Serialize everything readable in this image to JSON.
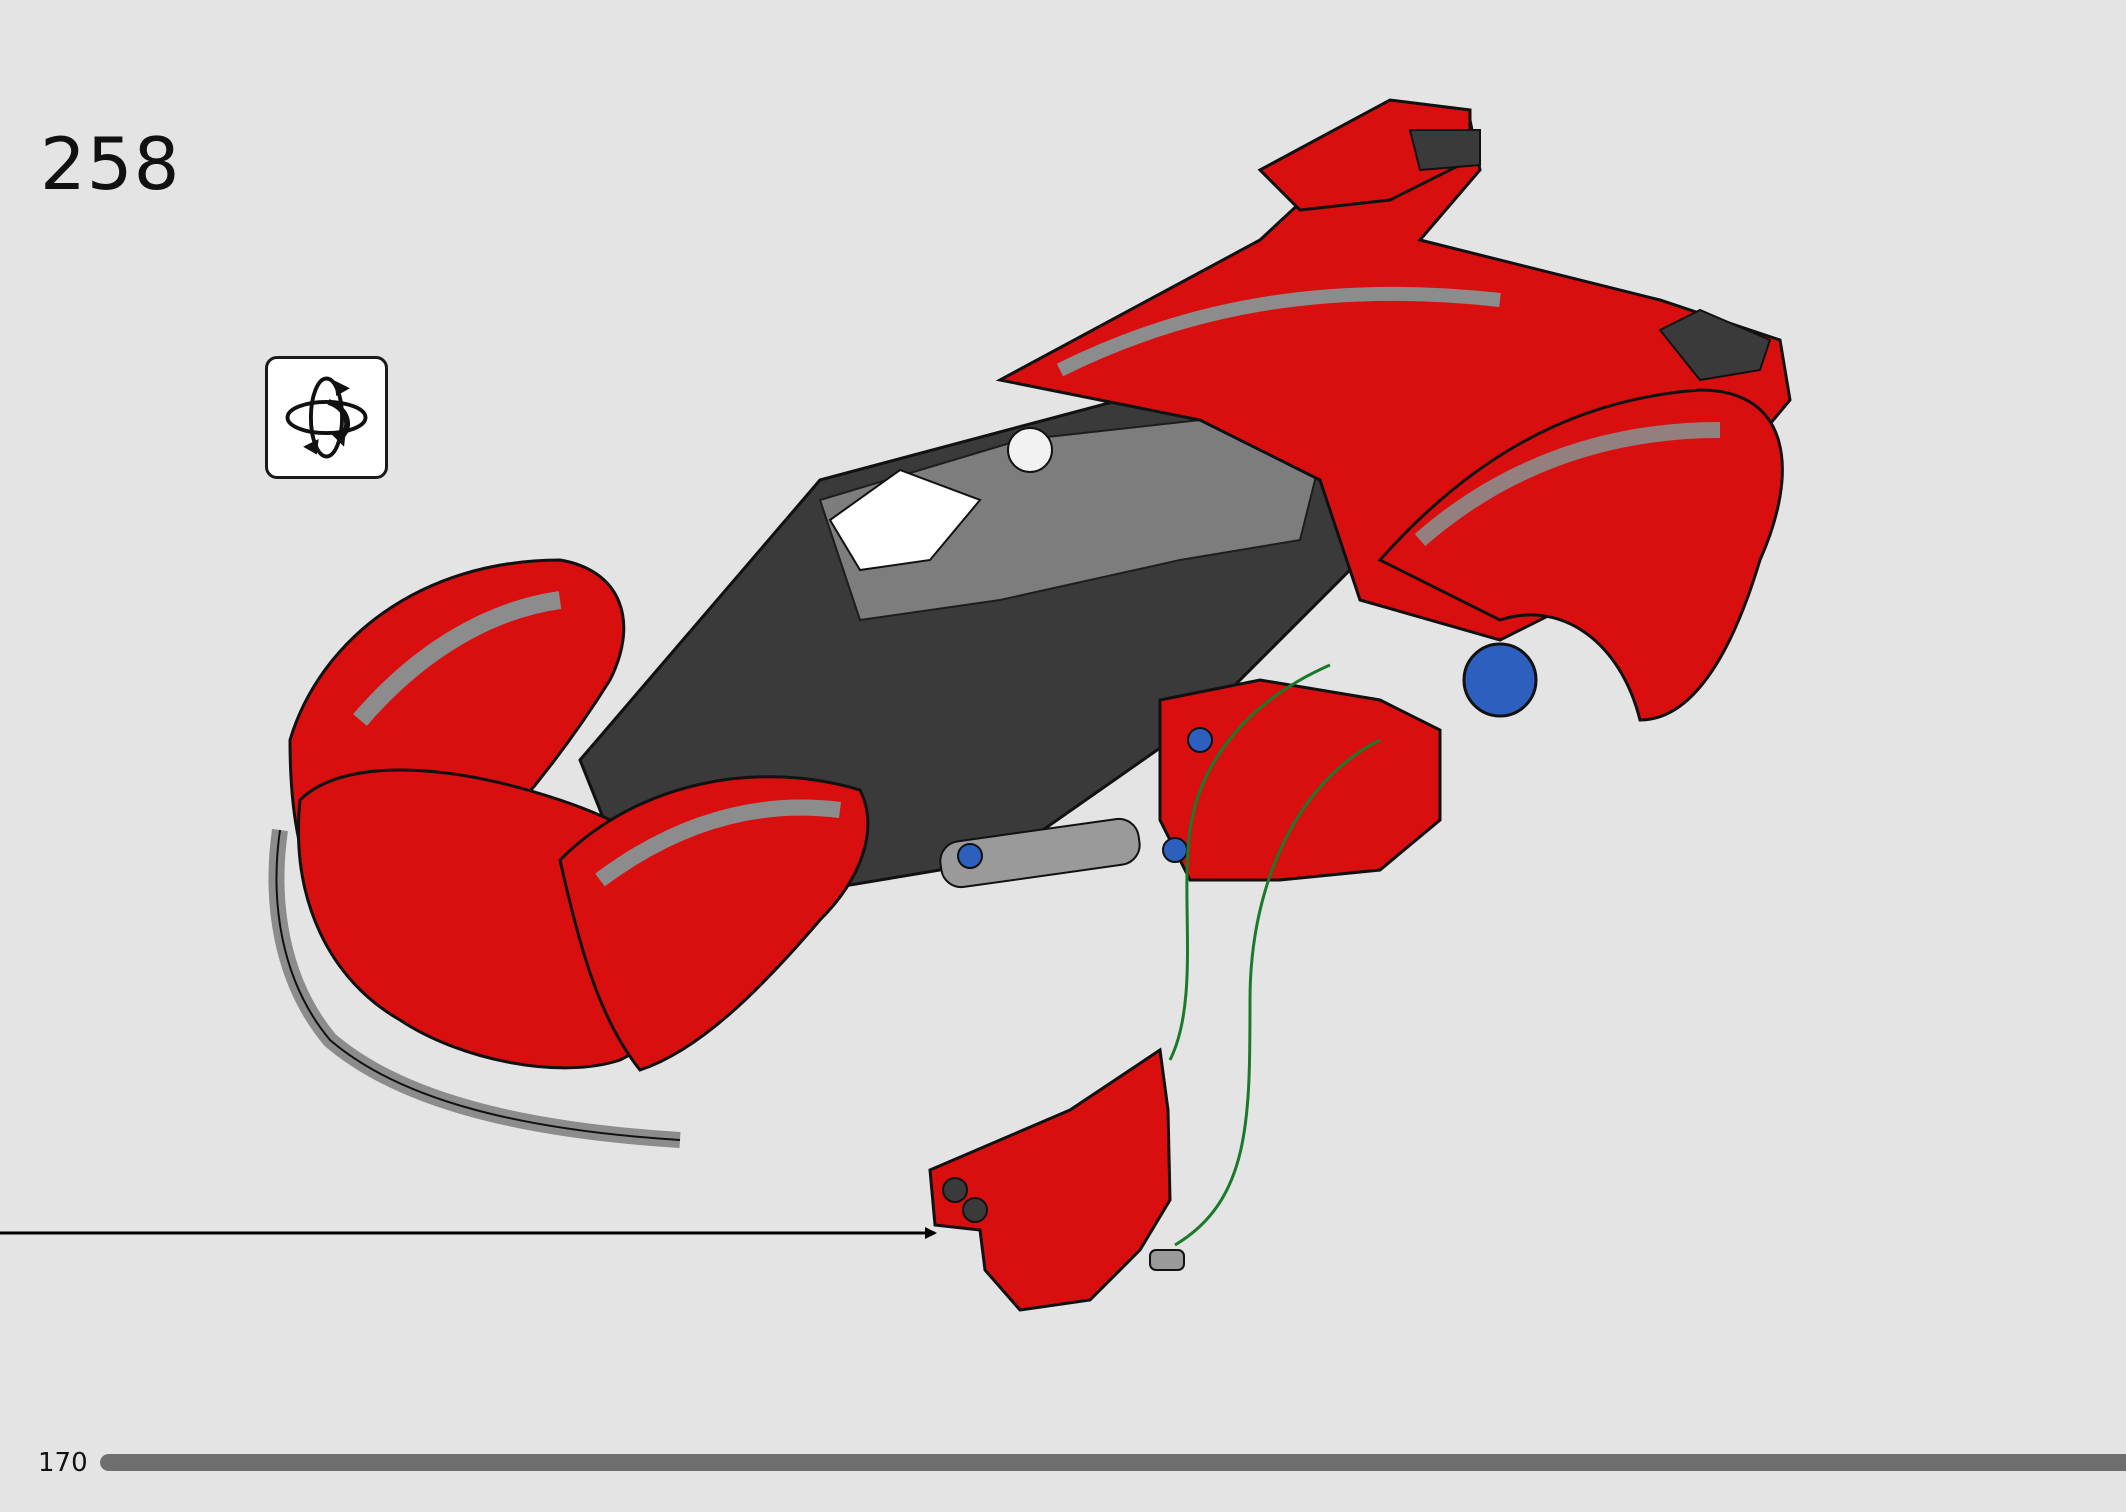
{
  "step": {
    "number": "258"
  },
  "rotate_hint": {
    "icon": "rotate-model-icon"
  },
  "page": {
    "number": "170"
  },
  "progress": {
    "fraction": 1.0,
    "color": "#6e6e6e"
  },
  "model": {
    "body_color": "#d90f0f",
    "dark_color": "#3a3a3a",
    "grey_color": "#8c8c8c",
    "connector_color": "#1a7a2a"
  }
}
